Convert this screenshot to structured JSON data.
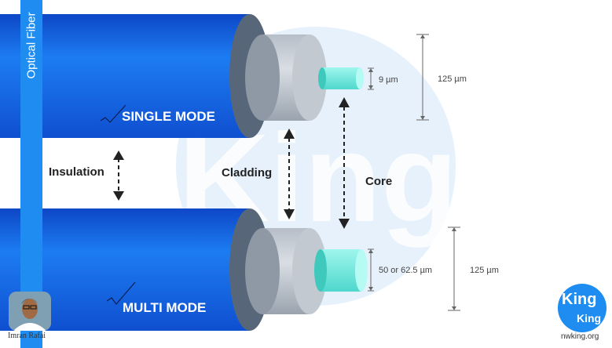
{
  "side_label": "Optical Fiber",
  "fibers": {
    "single_mode": {
      "label": "SINGLE MODE",
      "core_dim": "9 µm",
      "cladding_dim": "125 µm"
    },
    "multi_mode": {
      "label": "MULTI MODE",
      "core_dim": "50 or 62.5 µm",
      "cladding_dim": "125 µm"
    }
  },
  "layers": {
    "insulation": "Insulation",
    "cladding": "Cladding",
    "core": "Core"
  },
  "watermark": "King",
  "author": "Imran Rafai",
  "brand": {
    "badge_top": "King",
    "badge_bottom": "King",
    "site": "nwking.org"
  },
  "colors": {
    "jacket_blue": "#1565e0",
    "band_blue": "#1e8cf0",
    "cladding_gray": "#c8ced6",
    "core_cyan": "#7ff0e6",
    "watermark_blue": "#e6f1fc"
  }
}
